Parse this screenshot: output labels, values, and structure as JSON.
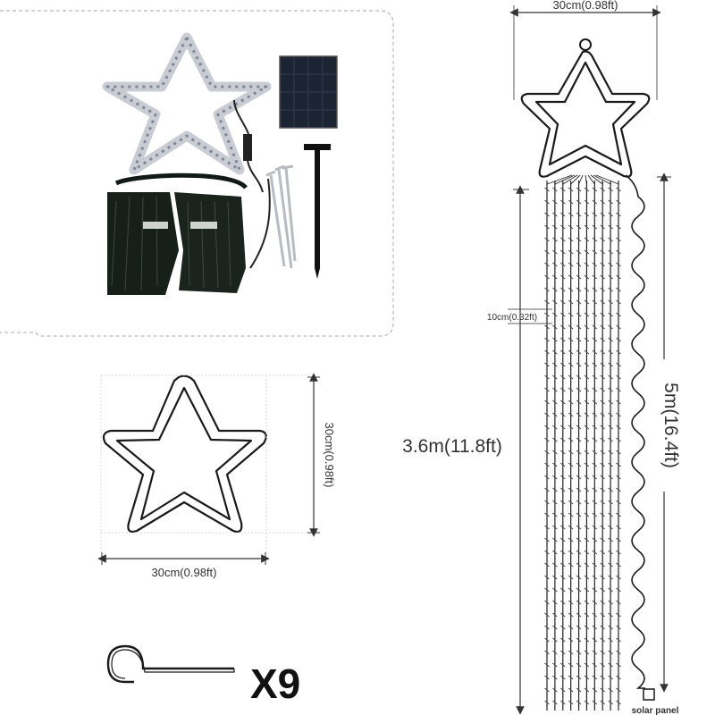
{
  "product_photo": {
    "items": [
      "star-frame",
      "solar-panel",
      "connector-cable",
      "string-lights",
      "ground-stakes",
      "solar-stake"
    ]
  },
  "small_star": {
    "width_label": "30cm(0.98ft)",
    "height_label": "30cm(0.98ft)"
  },
  "hook": {
    "quantity_label": "X9"
  },
  "side_view": {
    "top_width_label": "30cm(0.98ft)",
    "strand_spacing_label": "10cm(0.32ft)",
    "strand_length_label": "3.6m(11.8ft)",
    "cable_length_label": "5m(16.4ft)",
    "solar_panel_label": "solar panel",
    "strand_count": 10
  },
  "colors": {
    "line": "#1a1a1a",
    "dim_line": "#333333",
    "dashed_border": "#aaaaaa",
    "solar_panel": "#1c2333",
    "lights": "#111a14"
  }
}
